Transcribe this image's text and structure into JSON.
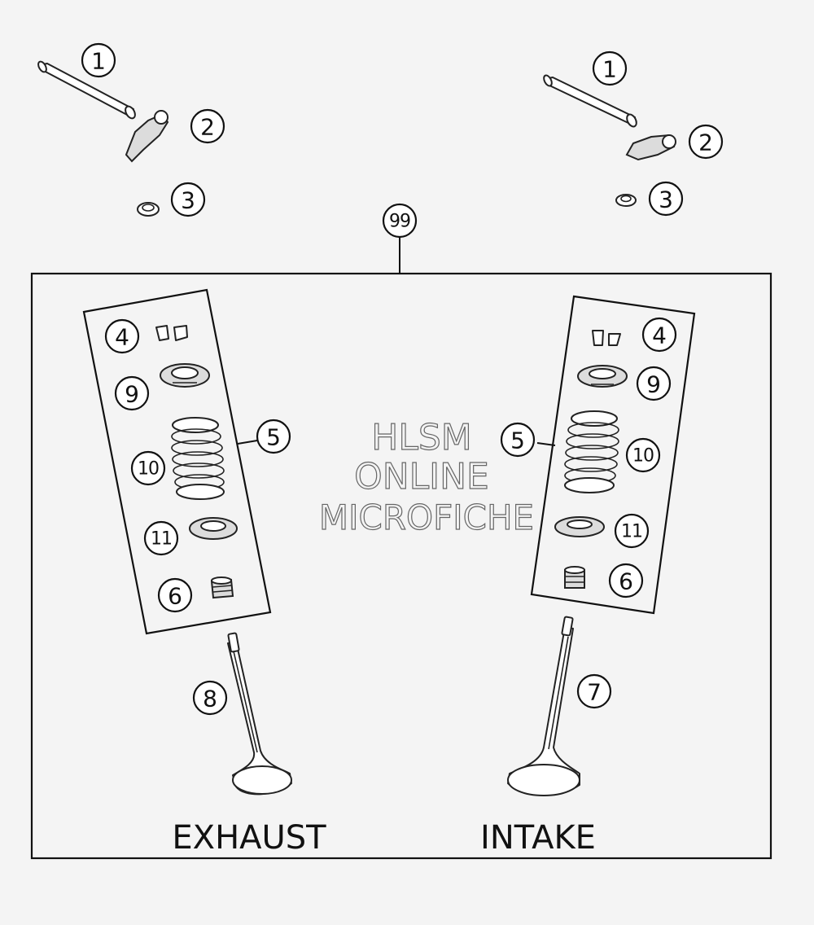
{
  "labels": {
    "exhaust": "EXHAUST",
    "intake": "INTAKE"
  },
  "watermark": {
    "line1": "HLSM",
    "line2": "ONLINE",
    "line3": "MICROFICHE"
  },
  "callouts": {
    "c99": "99",
    "left_1": "1",
    "left_2": "2",
    "left_3": "3",
    "left_4": "4",
    "left_9": "9",
    "left_5": "5",
    "left_10": "10",
    "left_11": "11",
    "left_6": "6",
    "left_8": "8",
    "right_1": "1",
    "right_2": "2",
    "right_3": "3",
    "right_4": "4",
    "right_9": "9",
    "right_5": "5",
    "right_10": "10",
    "right_11": "11",
    "right_6": "6",
    "right_7": "7"
  }
}
